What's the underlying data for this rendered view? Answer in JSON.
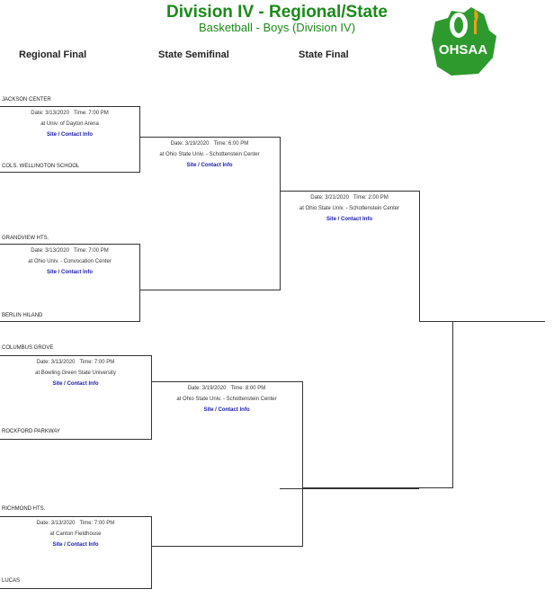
{
  "header": {
    "title": "Division IV - Regional/State",
    "subtitle": "Basketball - Boys (Division IV)"
  },
  "rounds": {
    "regional_final": "Regional Final",
    "state_semifinal": "State Semifinal",
    "state_final": "State Final"
  },
  "logo": {
    "text": "OHSAA",
    "letter": "O",
    "color": "#2e9a2e"
  },
  "teams": {
    "t1": "JACKSON CENTER",
    "t2": "COLS. WELLINGTON SCHOOL",
    "t3": "GRANDVIEW HTS.",
    "t4": "BERLIN HILAND",
    "t5": "COLUMBUS GROVE",
    "t6": "ROCKFORD PARKWAY",
    "t7": "RICHMOND HTS.",
    "t8": "LUCAS"
  },
  "games": {
    "r1": {
      "date": "Date: 3/13/2020",
      "time": "Time: 7:00 PM",
      "venue": "at Univ. of Dayton Arena",
      "link": "Site / Contact Info"
    },
    "r2": {
      "date": "Date: 3/13/2020",
      "time": "Time: 7:00 PM",
      "venue": "at Ohio Univ. - Convocation Center",
      "link": "Site / Contact Info"
    },
    "r3": {
      "date": "Date: 3/13/2020",
      "time": "Time: 7:00 PM",
      "venue": "at Bowling Green State University",
      "link": "Site / Contact Info"
    },
    "r4": {
      "date": "Date: 3/13/2020",
      "time": "Time: 7:00 PM",
      "venue": "at Canton Fieldhouse",
      "link": "Site / Contact Info"
    },
    "s1": {
      "date": "Date: 3/19/2020",
      "time": "Time: 6:00 PM",
      "venue": "at Ohio State Univ. - Schottenstein Center",
      "link": "Site / Contact Info"
    },
    "s2": {
      "date": "Date: 3/19/2020",
      "time": "Time: 8:00 PM",
      "venue": "at Ohio State Univ. - Schottenstein Center",
      "link": "Site / Contact Info"
    },
    "f1": {
      "date": "Date: 3/21/2020",
      "time": "Time: 2:00 PM",
      "venue": "at Ohio State Univ. - Schottenstein Center",
      "link": "Site / Contact Info"
    }
  }
}
